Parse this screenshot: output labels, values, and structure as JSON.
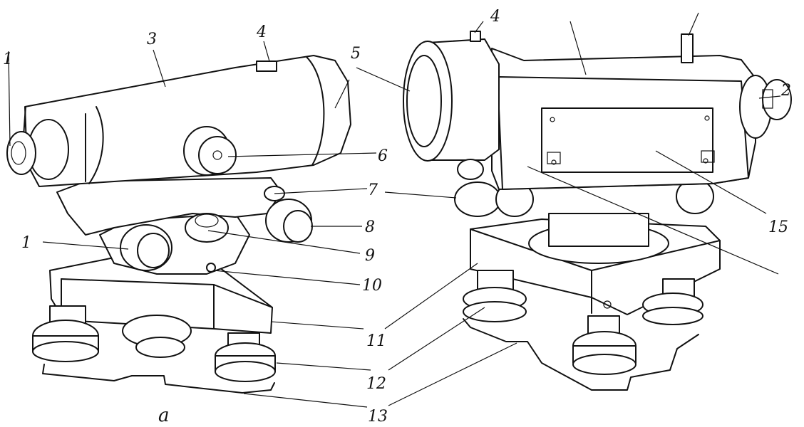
{
  "figure": {
    "caption_left": "a",
    "labels": {
      "l1_top": "1",
      "l1_mid": "1",
      "l2": "2",
      "l3": "3",
      "l4_left": "4",
      "l4_right": "4",
      "l5": "5",
      "l6": "6",
      "l7": "7",
      "l8": "8",
      "l9": "9",
      "l10": "10",
      "l11": "11",
      "l12": "12",
      "l13": "13",
      "l15": "15"
    }
  }
}
